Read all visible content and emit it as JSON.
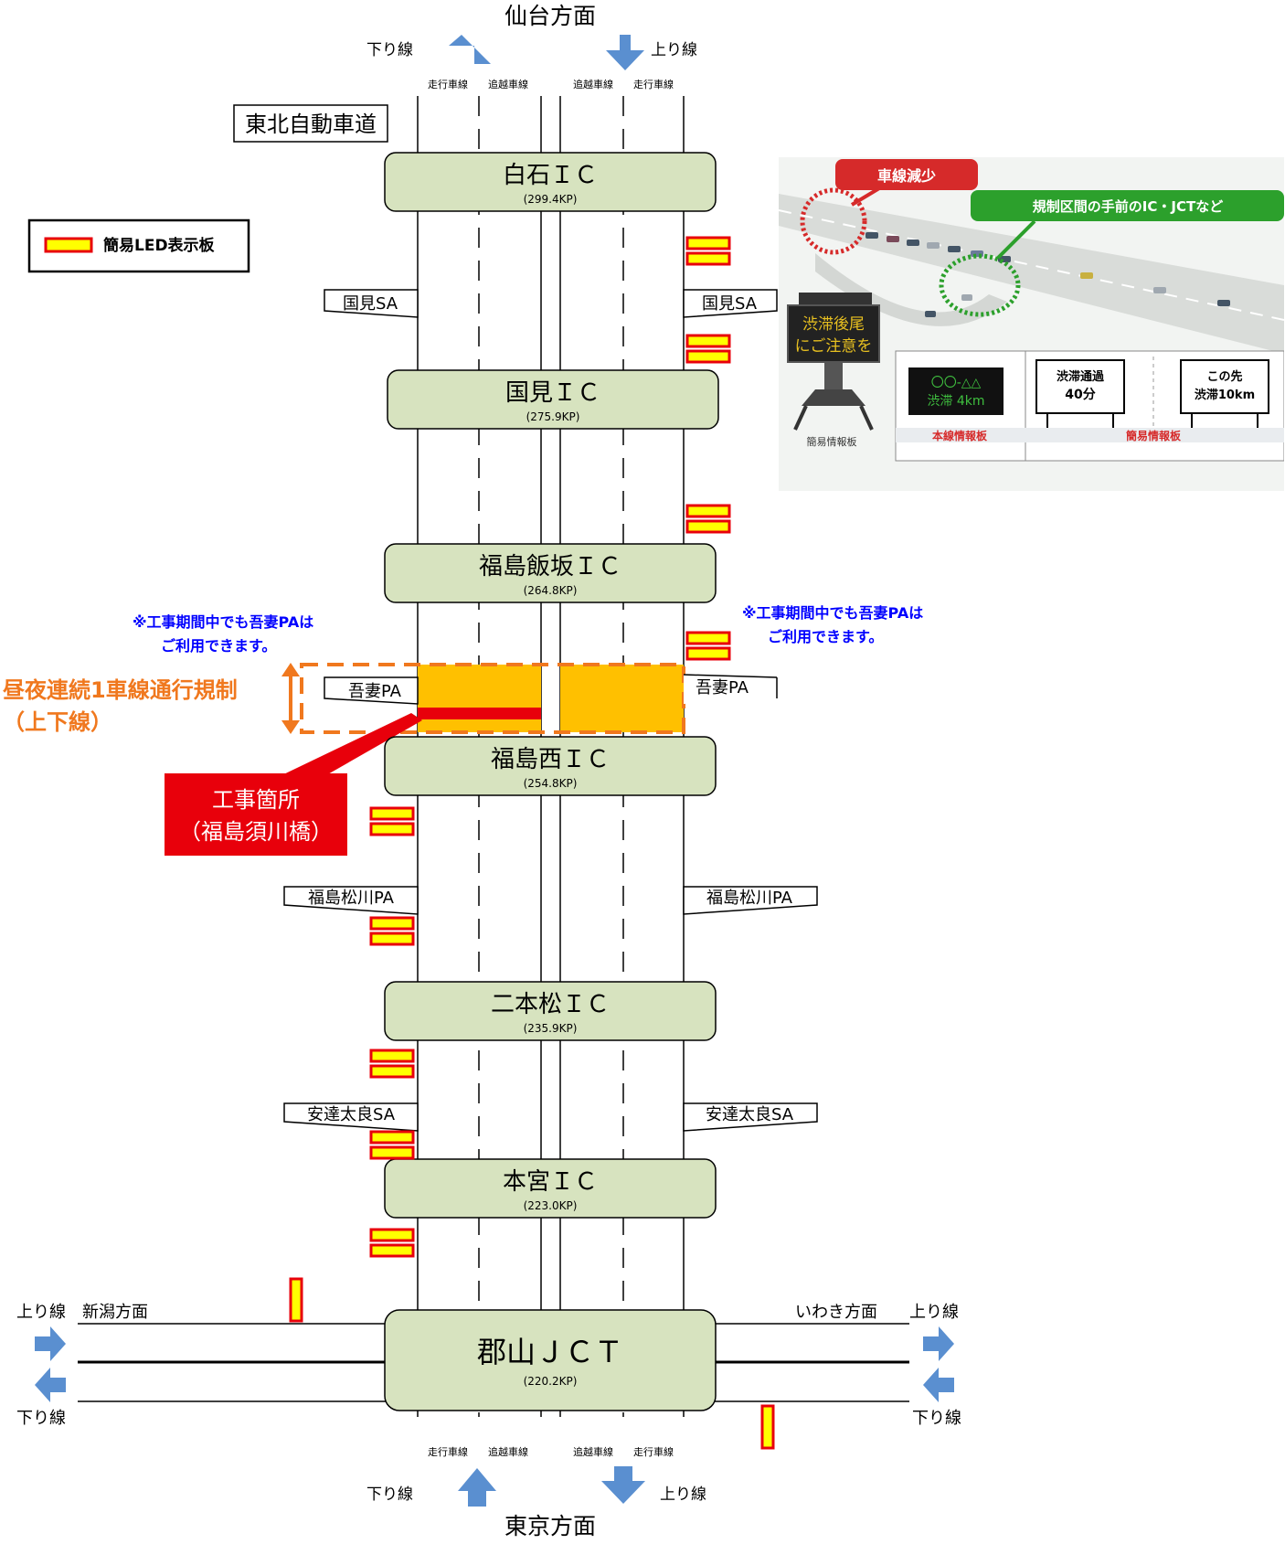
{
  "title": "東北自動車道",
  "directions": {
    "north": "仙台方面",
    "south": "東京方面",
    "west": "新潟方面",
    "east": "いわき方面",
    "down_line": "下り線",
    "up_line": "上り線"
  },
  "lanes": {
    "travel": "走行車線",
    "passing": "追越車線"
  },
  "legend": {
    "led_board": "簡易LED表示板"
  },
  "interchanges": [
    {
      "name": "白石ＩＣ",
      "kp": "(299.4KP)"
    },
    {
      "name": "国見ＩＣ",
      "kp": "(275.9KP)"
    },
    {
      "name": "福島飯坂ＩＣ",
      "kp": "(264.8KP)"
    },
    {
      "name": "福島西ＩＣ",
      "kp": "(254.8KP)"
    },
    {
      "name": "二本松ＩＣ",
      "kp": "(235.9KP)"
    },
    {
      "name": "本宮ＩＣ",
      "kp": "(223.0KP)"
    },
    {
      "name": "郡山ＪＣＴ",
      "kp": "(220.2KP)"
    }
  ],
  "service_areas": {
    "kunimi": "国見SA",
    "azuma": "吾妻PA",
    "matsukawa": "福島松川PA",
    "adatara": "安達太良SA"
  },
  "notes": {
    "azuma_pa_open": [
      "※工事期間中でも吾妻PAは",
      "ご利用できます。"
    ],
    "regulation": [
      "昼夜連続1車線通行規制",
      "（上下線）"
    ],
    "work_site": [
      "工事箇所",
      "（福島須川橋）"
    ]
  },
  "inset": {
    "lane_reduction": "車線減少",
    "before_section": "規制区間の手前のIC・JCTなど",
    "vms_text": [
      "渋滞後尾",
      "にご注意を"
    ],
    "portable_board": "簡易情報板",
    "main_board_label": "本線情報板",
    "main_board_text": [
      "〇〇-△△",
      "渋滞 4km"
    ],
    "simple_board_label": "簡易情報板",
    "simple_board_a": [
      "渋滞通過",
      "40分"
    ],
    "simple_board_b": [
      "この先",
      "渋滞10km"
    ]
  },
  "colors": {
    "ic_fill": "#d7e3bf",
    "regulation_orange": "#f0781e",
    "regulation_fill": "#ffc000",
    "work_red": "#e8000b",
    "arrow_blue": "#5a8fd0",
    "note_blue": "#0000ff"
  }
}
